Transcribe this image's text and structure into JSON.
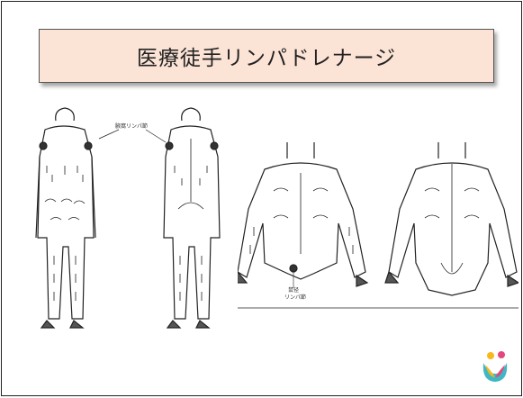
{
  "slide": {
    "title": "医療徒手リンパドレナージ"
  },
  "figures": {
    "left_label": "腋窩リンパ節",
    "right_label_line1": "鼠径",
    "right_label_line2": "リンパ節"
  },
  "logo": {
    "icon": "mascot-logo-icon",
    "colors": {
      "yellow": "#f6b81a",
      "pink": "#e4477b",
      "teal": "#3fb7c4"
    }
  }
}
